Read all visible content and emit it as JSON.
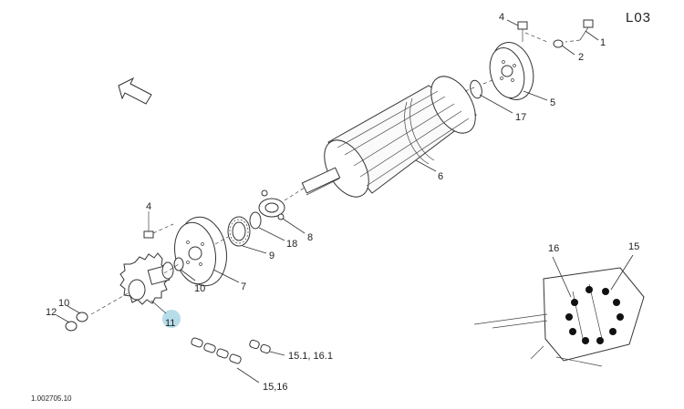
{
  "page_code": "L03",
  "drawing_number": "1.002705.10",
  "highlight_color": "#a9d6e5",
  "callouts": [
    {
      "id": "c1",
      "label": "1"
    },
    {
      "id": "c2",
      "label": "2"
    },
    {
      "id": "c4a",
      "label": "4"
    },
    {
      "id": "c5",
      "label": "5"
    },
    {
      "id": "c17",
      "label": "17"
    },
    {
      "id": "c6",
      "label": "6"
    },
    {
      "id": "c4b",
      "label": "4"
    },
    {
      "id": "c8",
      "label": "8"
    },
    {
      "id": "c18",
      "label": "18"
    },
    {
      "id": "c9",
      "label": "9"
    },
    {
      "id": "c7",
      "label": "7"
    },
    {
      "id": "c10a",
      "label": "10"
    },
    {
      "id": "c10b",
      "label": "10"
    },
    {
      "id": "c12",
      "label": "12"
    },
    {
      "id": "c11",
      "label": "11"
    },
    {
      "id": "c151",
      "label": "15.1, 16.1"
    },
    {
      "id": "c1516",
      "label": "15,16"
    },
    {
      "id": "c16",
      "label": "16"
    },
    {
      "id": "c15",
      "label": "15"
    }
  ]
}
